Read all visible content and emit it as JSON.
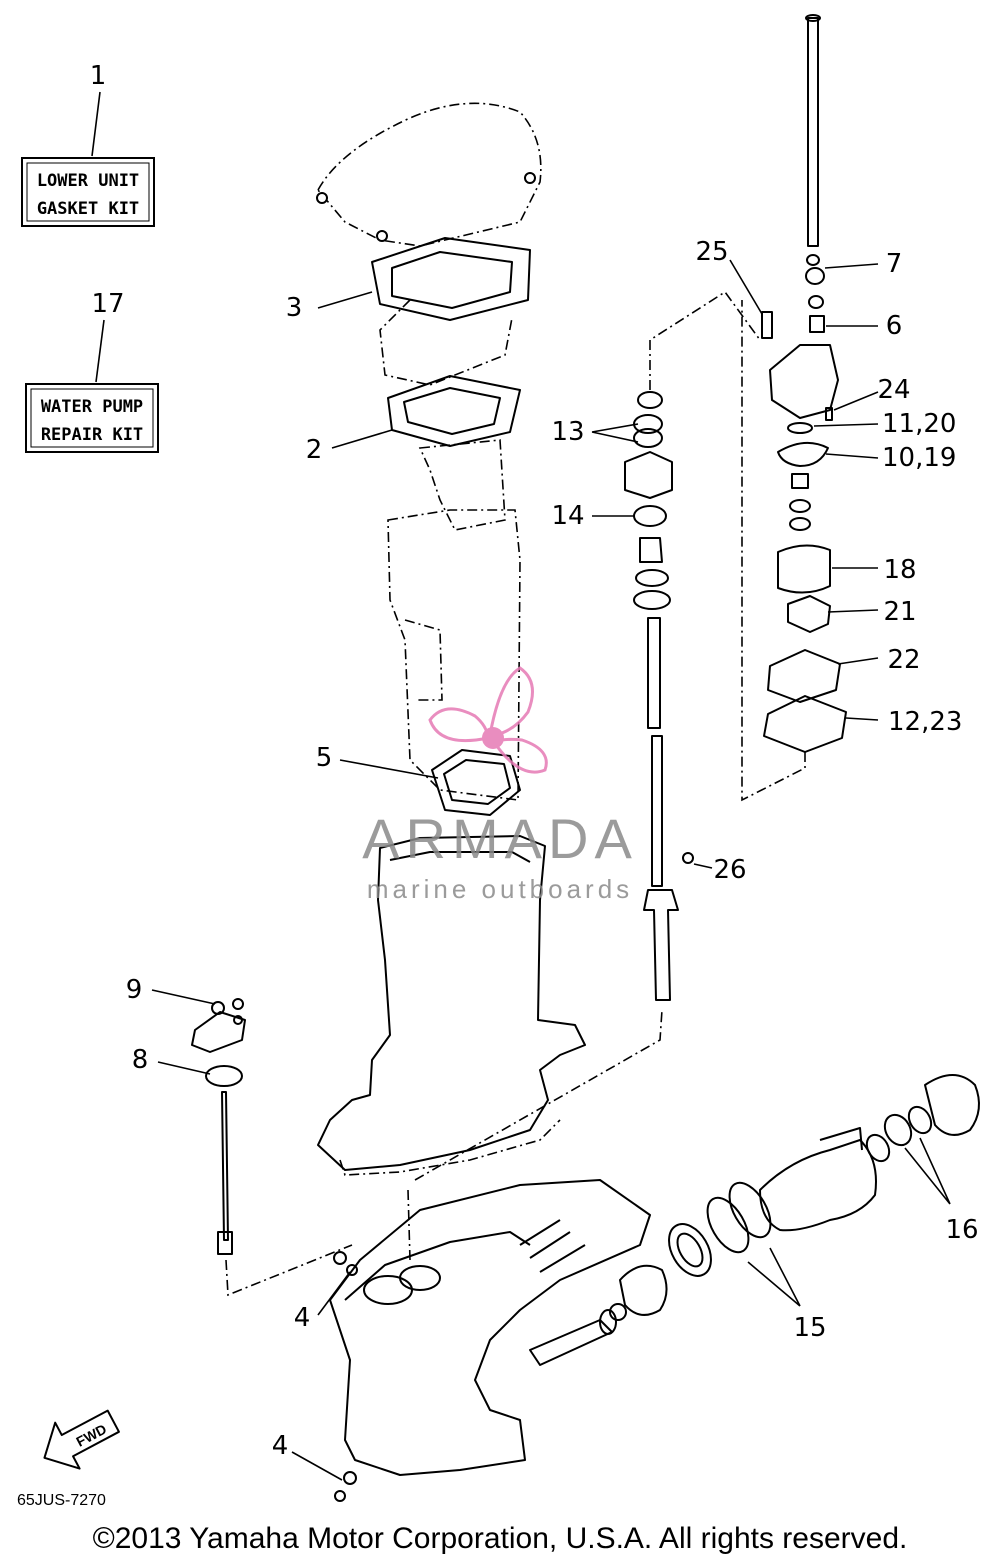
{
  "kits": [
    {
      "number": "1",
      "line1": "LOWER UNIT",
      "line2": "GASKET KIT"
    },
    {
      "number": "17",
      "line1": "WATER PUMP",
      "line2": "REPAIR KIT"
    }
  ],
  "callouts": {
    "c2": "2",
    "c3": "3",
    "c4a": "4",
    "c4b": "4",
    "c5": "5",
    "c6": "6",
    "c7": "7",
    "c8": "8",
    "c9": "9",
    "c10_19": "10,19",
    "c11_20": "11,20",
    "c12_23": "12,23",
    "c13": "13",
    "c14": "14",
    "c15": "15",
    "c16": "16",
    "c18": "18",
    "c21": "21",
    "c22": "22",
    "c24": "24",
    "c25": "25",
    "c26": "26"
  },
  "fwd_label": "FWD",
  "watermark": {
    "brand": "ARMADA",
    "tagline": "marine outboards",
    "color_grey": "#8a8a8a",
    "color_pink": "#e67ab5"
  },
  "diagram_code": "65JUS-7270",
  "copyright": "©2013 Yamaha Motor Corporation, U.S.A. All rights reserved."
}
